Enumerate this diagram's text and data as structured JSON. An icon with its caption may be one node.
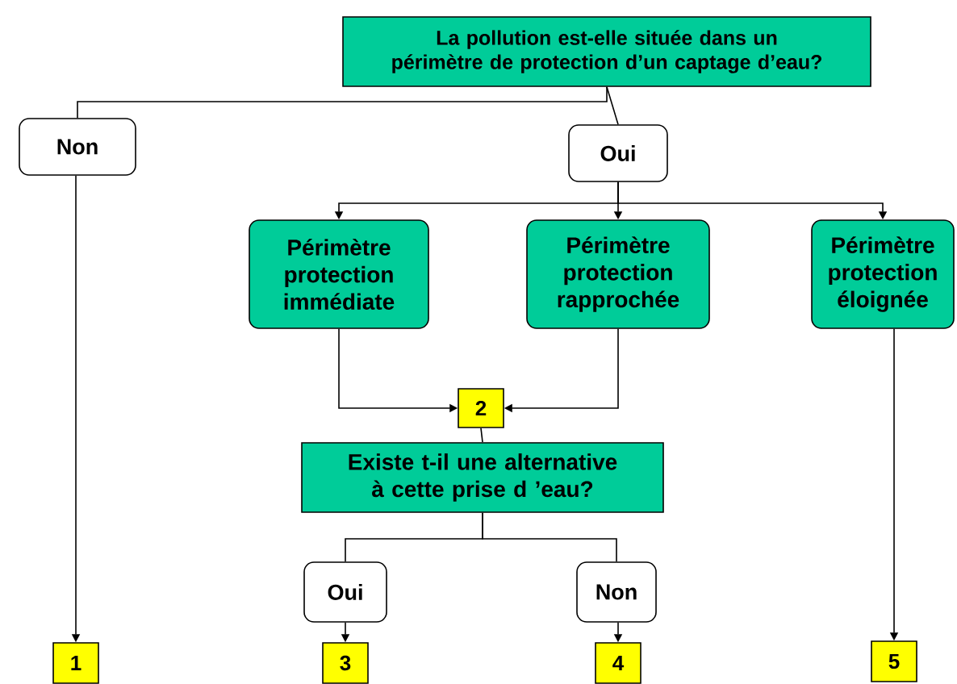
{
  "diagram": {
    "nodes": [
      {
        "text": [
          "La pollution est-elle située dans un périmètre de protection d’un captage d’eau?"
        ]
      },
      {
        "text": [
          "Non"
        ]
      },
      {
        "text": [
          "Oui"
        ]
      },
      {
        "text": [
          "Périmètre protection immédiate"
        ]
      },
      {
        "text": [
          "Périmètre protection rapprochée"
        ]
      },
      {
        "text": [
          "Périmètre protection éloignée"
        ]
      },
      {
        "text": [
          "2"
        ]
      },
      {
        "text": [
          "Existe t-il une alternative à cette prise d ’eau?"
        ]
      },
      {
        "text": [
          "Oui"
        ]
      },
      {
        "text": [
          "Non"
        ]
      },
      {
        "text": [
          "1"
        ]
      },
      {
        "text": [
          "3"
        ]
      },
      {
        "text": [
          "4"
        ]
      },
      {
        "text": [
          "5"
        ]
      }
    ],
    "edges": [
      {
        "from": 0,
        "to": 1,
        "arrow": "none"
      },
      {
        "from": 0,
        "to": 2,
        "arrow": "none"
      },
      {
        "from": 1,
        "to": 10,
        "arrow": "to"
      },
      {
        "from": 2,
        "to": 3,
        "arrow": "to"
      },
      {
        "from": 2,
        "to": 4,
        "arrow": "to"
      },
      {
        "from": 2,
        "to": 5,
        "arrow": "to"
      },
      {
        "from": 3,
        "to": 6,
        "arrow": "to"
      },
      {
        "from": 4,
        "to": 6,
        "arrow": "to"
      },
      {
        "from": 6,
        "to": 7,
        "arrow": "none"
      },
      {
        "from": 7,
        "to": 8,
        "arrow": "none"
      },
      {
        "from": 7,
        "to": 9,
        "arrow": "none"
      },
      {
        "from": 8,
        "to": 11,
        "arrow": "to"
      },
      {
        "from": 9,
        "to": 12,
        "arrow": "to"
      },
      {
        "from": 5,
        "to": 13,
        "arrow": "to"
      }
    ]
  }
}
